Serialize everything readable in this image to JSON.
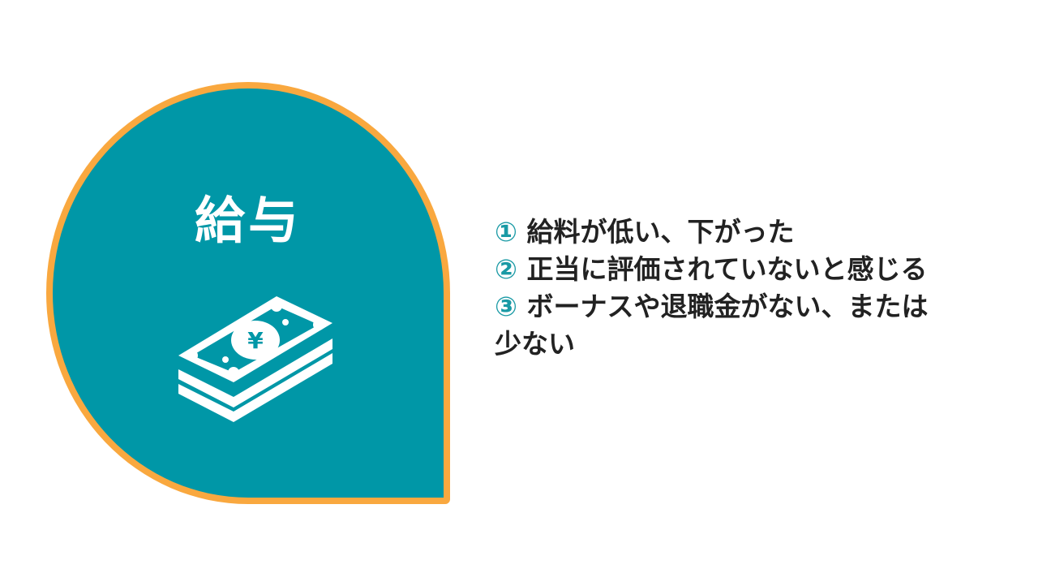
{
  "card": {
    "title": "給与",
    "icon": "yen-banknote-stack-icon",
    "colors": {
      "fill": "#0097a7",
      "border": "#f9a83f",
      "text": "#ffffff"
    }
  },
  "reasons": [
    {
      "marker": "①",
      "text": "給料が低い、下がった"
    },
    {
      "marker": "②",
      "text": "正当に評価されていないと感じる"
    },
    {
      "marker": "③",
      "text": "ボーナスや退職金がない、または"
    },
    {
      "marker": "",
      "text": "少ない"
    }
  ],
  "colors": {
    "marker": "#1a9aa5",
    "body_text": "#222222"
  }
}
